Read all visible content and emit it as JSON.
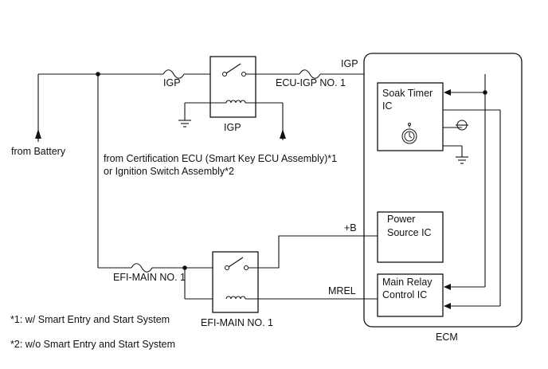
{
  "labels": {
    "from_battery": "from Battery",
    "igp_fuse": "IGP",
    "ecu_igp_fuse": "ECU-IGP NO. 1",
    "igp_relay": "IGP",
    "igp_line": "IGP",
    "source_line1": "from Certification ECU (Smart Key ECU Assembly)*1",
    "source_line2": "or Ignition Switch Assembly*2",
    "efi_main_fuse": "EFI-MAIN NO. 1",
    "efi_main_relay": "EFI-MAIN NO. 1",
    "plus_b": "+B",
    "mrel": "MREL",
    "ecm": "ECM",
    "soak_timer_line1": "Soak Timer",
    "soak_timer_line2": "IC",
    "power_source_line1": "Power",
    "power_source_line2": "Source IC",
    "main_relay_line1": "Main Relay",
    "main_relay_line2": "Control IC"
  },
  "footnotes": {
    "note1": "*1: w/ Smart Entry and Start System",
    "note2": "*2: w/o Smart Entry and Start System"
  }
}
